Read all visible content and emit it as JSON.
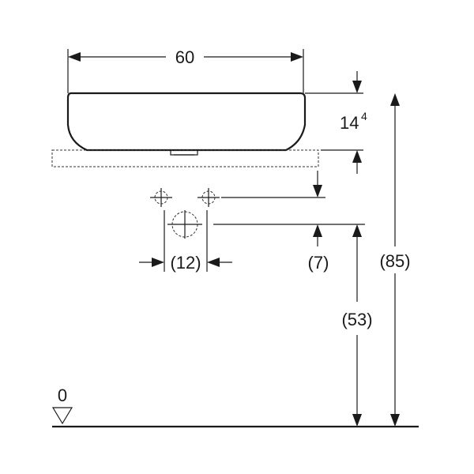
{
  "dimensions": {
    "width": "60",
    "basin_height_main": "14",
    "basin_height_sup": "4",
    "waste_spacing": "(12)",
    "drain_offset": "(7)",
    "drain_height": "(53)",
    "total_height": "(85)",
    "floor_level": "0"
  }
}
